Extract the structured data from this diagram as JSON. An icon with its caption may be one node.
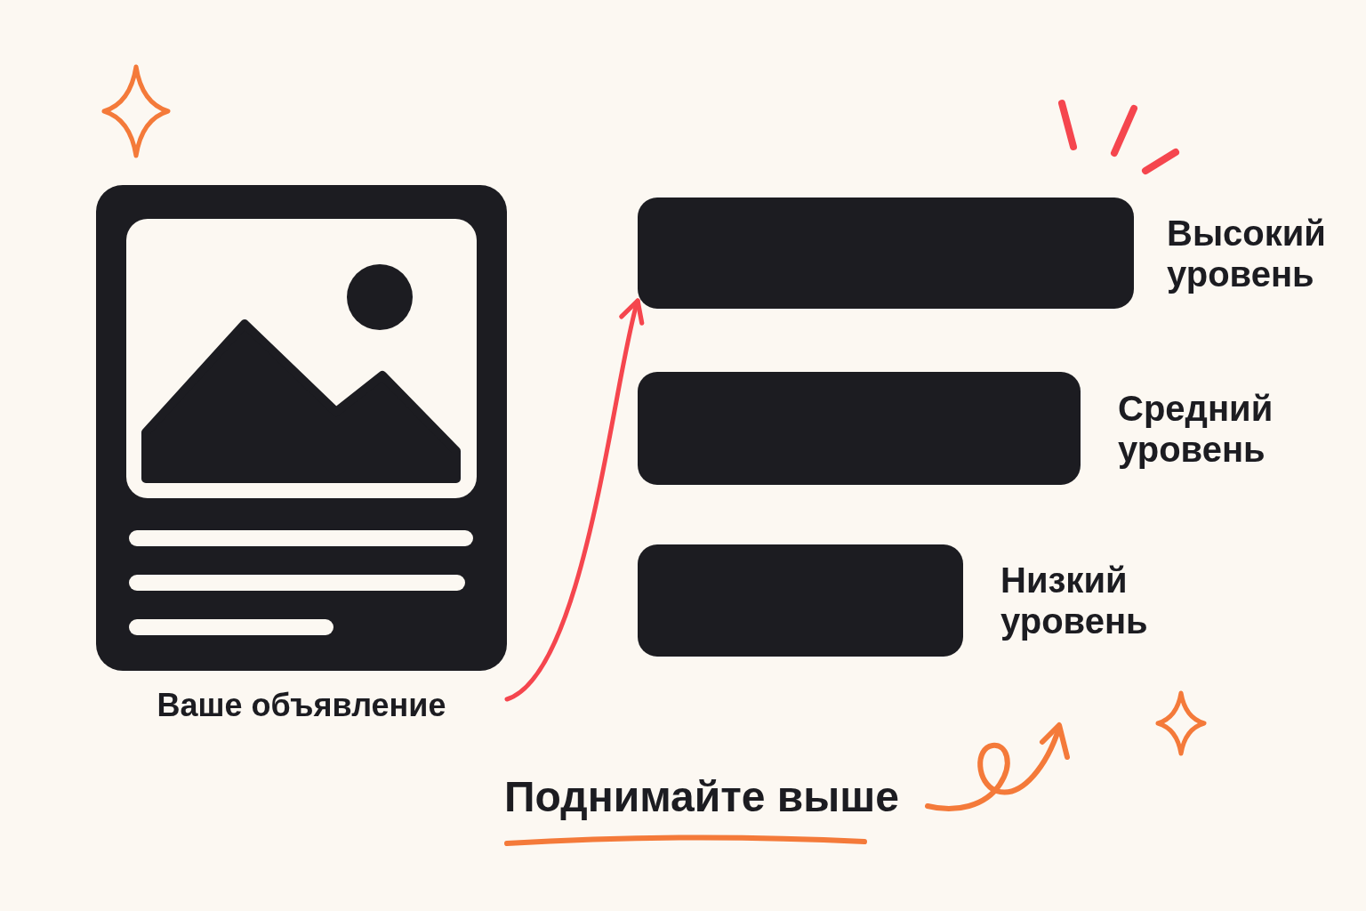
{
  "diagram": {
    "caption": "Поднимайте выше",
    "nodes": [
      {
        "text": [
          "Ваше объявление"
        ]
      },
      {
        "text": [],
        "shape": "bar",
        "beside": [
          "Высокий уровень"
        ]
      },
      {
        "text": [],
        "shape": "bar",
        "beside": [
          "Средний уровень"
        ]
      },
      {
        "text": [],
        "shape": "bar",
        "beside": [
          "Низкий уровень"
        ]
      }
    ],
    "edges": [
      {
        "from": 0,
        "to": 1,
        "arrow": "to"
      }
    ]
  }
}
